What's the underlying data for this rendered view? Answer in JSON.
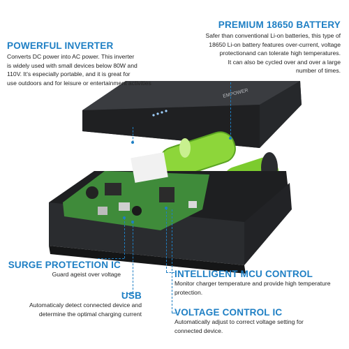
{
  "callouts": {
    "battery": {
      "title": "PREMIUM 18650 BATTERY",
      "text": "Safer than conventional Li-on batteries, this type of\n18650 Li-on battery features over-current, voltage\nprotectionand can tolerate high temperatures.\nIt can also  be cycled over and over a large\nnumber of times."
    },
    "inverter": {
      "title": "POWERFUL INVERTER",
      "text": "Converts DC power into AC power. This inverter\nis widely used with small devices below 80W and\n110V. It's especially portable, and it is great for\nuse outdoors and for leisure or entertainment activities"
    },
    "surge": {
      "title": "SURGE PROTECTION IC",
      "text": "Guard ageist over voltage"
    },
    "usb": {
      "title": "USB",
      "text": "Automaticaly detect connected device and\ndetermine the optimal charging current"
    },
    "mcu": {
      "title": "INTELLIGENT MCU CONTROL",
      "text": "Monitor charger temperature and provide high temperature\nprotection."
    },
    "voltage": {
      "title": "VOLTAGE CONTROL IC",
      "text": "Automatically adjust to correct voltage setting for\nconnected device."
    }
  },
  "product": {
    "brand": "EMPOWER",
    "colors": {
      "accent": "#1e7fc4",
      "casing": "#2a2c2f",
      "pcb": "#3f8b3a",
      "battery": "#8dd63a"
    }
  }
}
